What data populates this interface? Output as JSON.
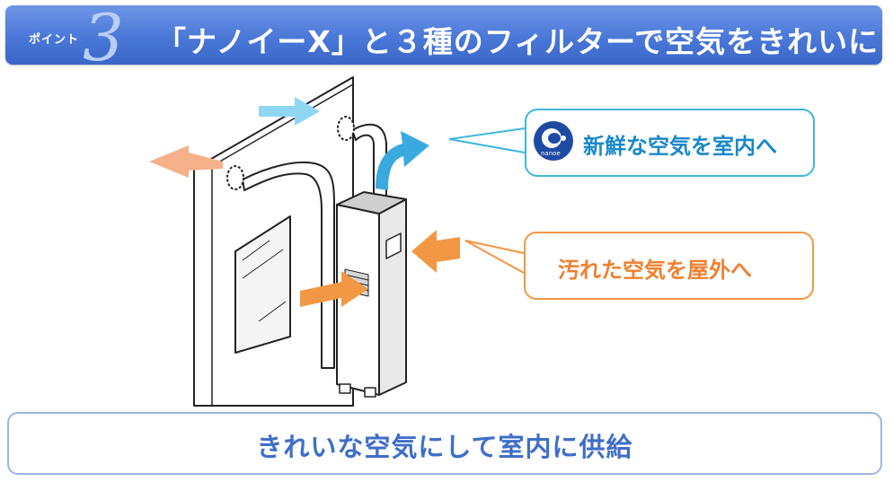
{
  "header": {
    "point_label": "ポイント",
    "point_number": "3",
    "title": "「ナノイーX」と３種のフィルターで空気をきれいに"
  },
  "callouts": {
    "fresh": "新鮮な空気を室内へ",
    "dirty": "汚れた空気を屋外へ"
  },
  "logo": {
    "text": "nanoe"
  },
  "footer": {
    "text": "きれいな空気にして室内に供給"
  },
  "colors": {
    "header_blue": "#4a78d8",
    "fresh_blue": "#3fb7de",
    "dirty_orange": "#f39543",
    "footer_text": "#3f6ec8"
  }
}
